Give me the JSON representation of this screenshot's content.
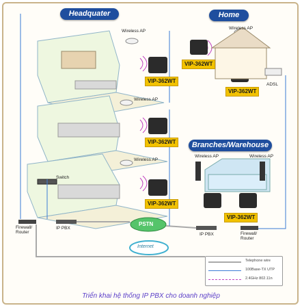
{
  "sections": {
    "headquarter": "Headquater",
    "home": "Home",
    "branches": "Branches/Warehouse"
  },
  "labels": {
    "wireless_ap": "Wireless AP",
    "phone_model": "VIP-362WT",
    "switch": "Switch",
    "firewall_router": "Firewall/\nRouter",
    "ip_pbx": "IP PBX",
    "pstn": "PSTN",
    "internet": "Internet",
    "adsl": "ADSL"
  },
  "legend": {
    "telephone_wire": "Telephone wire",
    "utp": "100Base-TX UTP",
    "wifi": "2.4GHz 802.11n"
  },
  "caption": "Triển khai hệ thống IP PBX cho doanh nghiệp",
  "colors": {
    "header_bg": "#1f4e9e",
    "phone_label_bg": "#f2c200",
    "pstn_cloud": "#55c46a",
    "internet_cloud": "#3fb0d0",
    "caption": "#5a3ec8",
    "wire": "#a9a9a9",
    "utp": "#3a7bd5",
    "wifi": "#c040c0"
  }
}
